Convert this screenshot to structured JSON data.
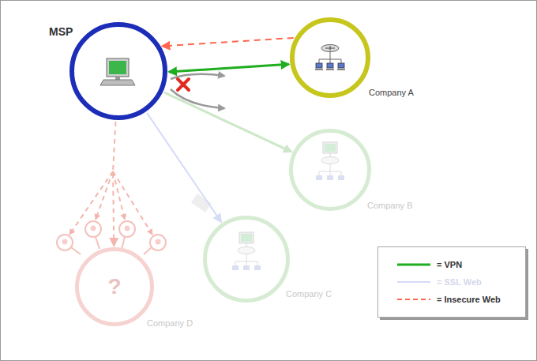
{
  "diagram": {
    "nodes": [
      {
        "text": [
          "MSP"
        ]
      },
      {
        "text": [
          "Company A"
        ]
      },
      {
        "text": [
          "Company B"
        ]
      },
      {
        "text": [
          "Company C"
        ]
      },
      {
        "text": [
          "?",
          "Company D"
        ]
      }
    ],
    "edges": [
      {
        "from": 0,
        "to": 1,
        "arrow": "both"
      },
      {
        "from": 1,
        "to": 0,
        "arrow": "to"
      },
      {
        "from": 0,
        "to": 2,
        "arrow": "to"
      },
      {
        "from": 0,
        "to": 3,
        "arrow": "to"
      },
      {
        "from": 0,
        "to": 4,
        "arrow": "to"
      }
    ],
    "legend": [
      {
        "text": "= VPN"
      },
      {
        "text": "= SSL Web"
      },
      {
        "text": "= Insecure Web"
      }
    ]
  }
}
